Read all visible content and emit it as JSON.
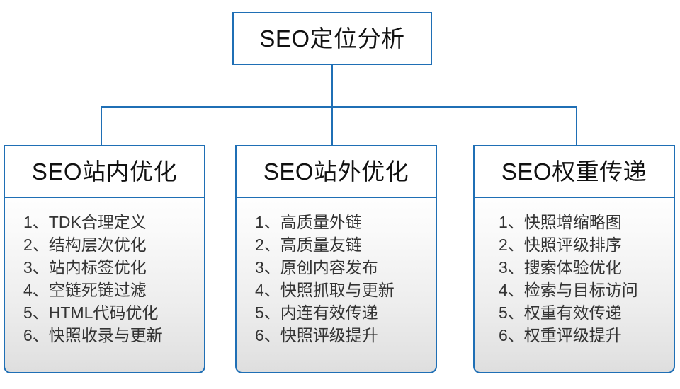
{
  "diagram": {
    "type": "org-tree",
    "colors": {
      "border": "#1f6fb5",
      "connector": "#1f6fb5",
      "header_bg": "#ffffff",
      "body_gradient_top": "#fefefe",
      "body_gradient_bottom": "#dedede",
      "text": "#111111",
      "item_text": "#333333"
    },
    "root": {
      "title": "SEO定位分析"
    },
    "branches": [
      {
        "title": "SEO站内优化",
        "items": [
          "1、TDK合理定义",
          "2、结构层次优化",
          "3、站内标签优化",
          "4、空链死链过滤",
          "5、HTML代码优化",
          "6、快照收录与更新"
        ]
      },
      {
        "title": "SEO站外优化",
        "items": [
          "1、高质量外链",
          "2、高质量友链",
          "3、原创内容发布",
          "4、快照抓取与更新",
          "5、内连有效传递",
          "6、快照评级提升"
        ]
      },
      {
        "title": "SEO权重传递",
        "items": [
          "1、快照增缩略图",
          "2、快照评级排序",
          "3、搜索体验优化",
          "4、检索与目标访问",
          "5、权重有效传递",
          "6、权重评级提升"
        ]
      }
    ]
  }
}
